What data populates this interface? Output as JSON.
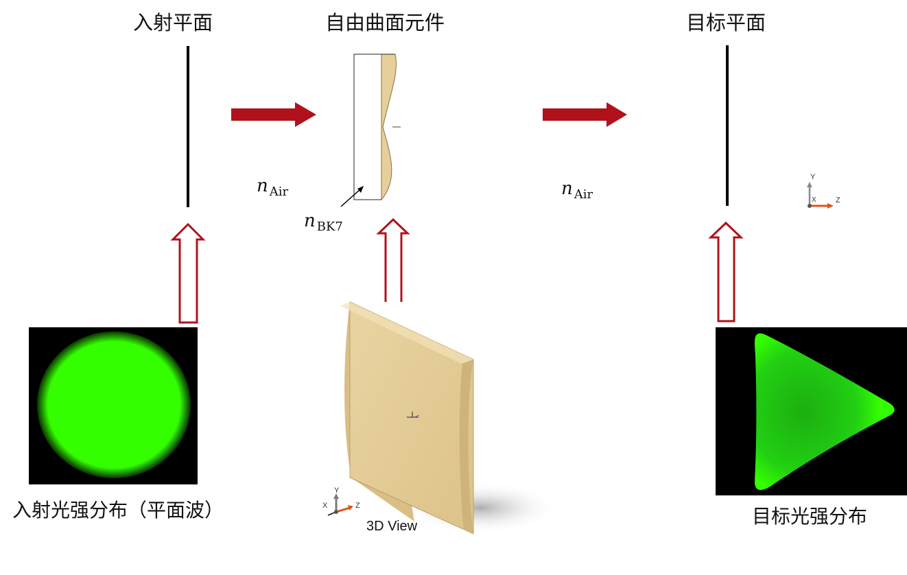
{
  "titles": {
    "input_plane": "入射平面",
    "freeform": "自由曲面元件",
    "target_plane": "目标平面"
  },
  "media": {
    "air_left": {
      "symbol": "n",
      "sub": "Air"
    },
    "bk7": {
      "symbol": "n",
      "sub": "BK7"
    },
    "air_right": {
      "symbol": "n",
      "sub": "Air"
    }
  },
  "captions": {
    "input_distribution": "入射光强分布（平面波）",
    "view_label": "3D View",
    "target_distribution": "目标光强分布"
  },
  "axes": {
    "x": "X",
    "y": "Y",
    "z": "Z"
  },
  "colors": {
    "arrow_red": "#b0121b",
    "beam_green": "#33ff00",
    "lens_tan": "#e6cf9a",
    "plane_black": "#000000"
  }
}
